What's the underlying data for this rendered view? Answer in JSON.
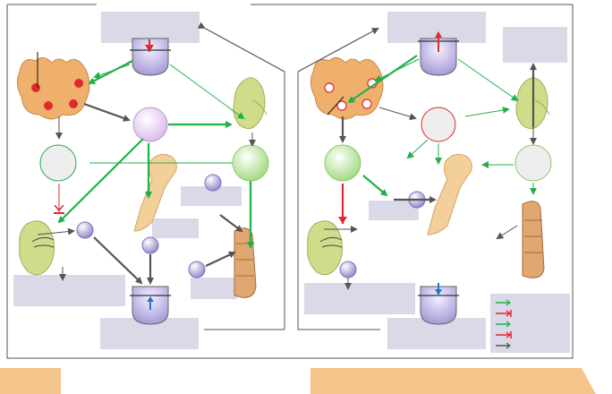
{
  "colors": {
    "background": "#ffffff",
    "label_box": "#d9d9e8",
    "stimulate": "#22b04a",
    "inhibit": "#e0282e",
    "other": "#555555",
    "footer": "#f5c48a",
    "gland": "#efb06e",
    "kidney": "#cfdc8a",
    "ca_ion": "#b8b0dc",
    "calcitriol": "#b9e59a",
    "calcitonin": "#e6c9ef",
    "blood_up": "#e0282e",
    "blood_down": "#2277cc"
  },
  "icons": {
    "parathyroid": "parathyroid-gland-icon",
    "kidney": "kidney-icon",
    "bone": "bone-icon",
    "intestine": "intestine-icon",
    "blood_vessel": "blood-calcium-cup-icon",
    "calcium": "calcium-ion-icon"
  },
  "diagram": {
    "left_panel": {
      "blood_top_trend": "down",
      "blood_bottom_trend": "up",
      "parathyroid_active": true
    },
    "right_panel": {
      "blood_top_trend": "up",
      "blood_bottom_trend": "down",
      "parathyroid_active": false
    }
  },
  "legend": {
    "entries": [
      {
        "color": "#22b04a",
        "type": "stimulate"
      },
      {
        "color": "#e0282e",
        "type": "inhibit"
      },
      {
        "color": "#22b04a",
        "type": "stimulate"
      },
      {
        "color": "#e0282e",
        "type": "inhibit"
      },
      {
        "color": "#555555",
        "type": "other"
      }
    ]
  },
  "footer": {
    "center_text": ""
  }
}
